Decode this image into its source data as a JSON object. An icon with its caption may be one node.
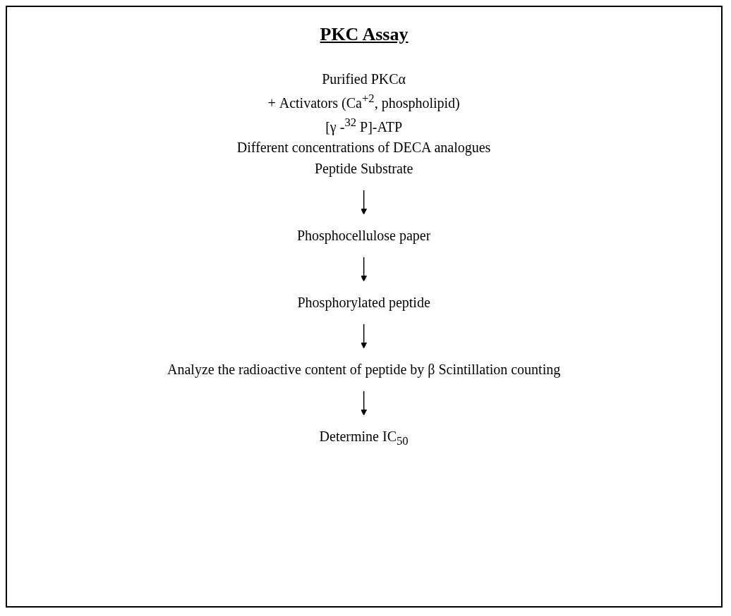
{
  "diagram": {
    "title": "PKC Assay",
    "nodes": [
      {
        "text": [
          "Purified PKCα",
          "+ Activators (Ca$^{+2}$, phospholipid)",
          "[γ -$^{32}$ P]-ATP",
          "Different concentrations of DECA analogues",
          "Peptide Substrate"
        ]
      },
      {
        "text": [
          "Phosphocellulose paper"
        ]
      },
      {
        "text": [
          "Phosphorylated peptide"
        ]
      },
      {
        "text": [
          "Analyze the radioactive content of peptide by β Scintillation counting"
        ]
      },
      {
        "text": [
          "Determine IC$_{50}$"
        ]
      }
    ],
    "edges": [
      {
        "from": 0,
        "to": 1,
        "arrow": "to"
      },
      {
        "from": 1,
        "to": 2,
        "arrow": "to"
      },
      {
        "from": 2,
        "to": 3,
        "arrow": "to"
      },
      {
        "from": 3,
        "to": 4,
        "arrow": "to"
      }
    ]
  }
}
